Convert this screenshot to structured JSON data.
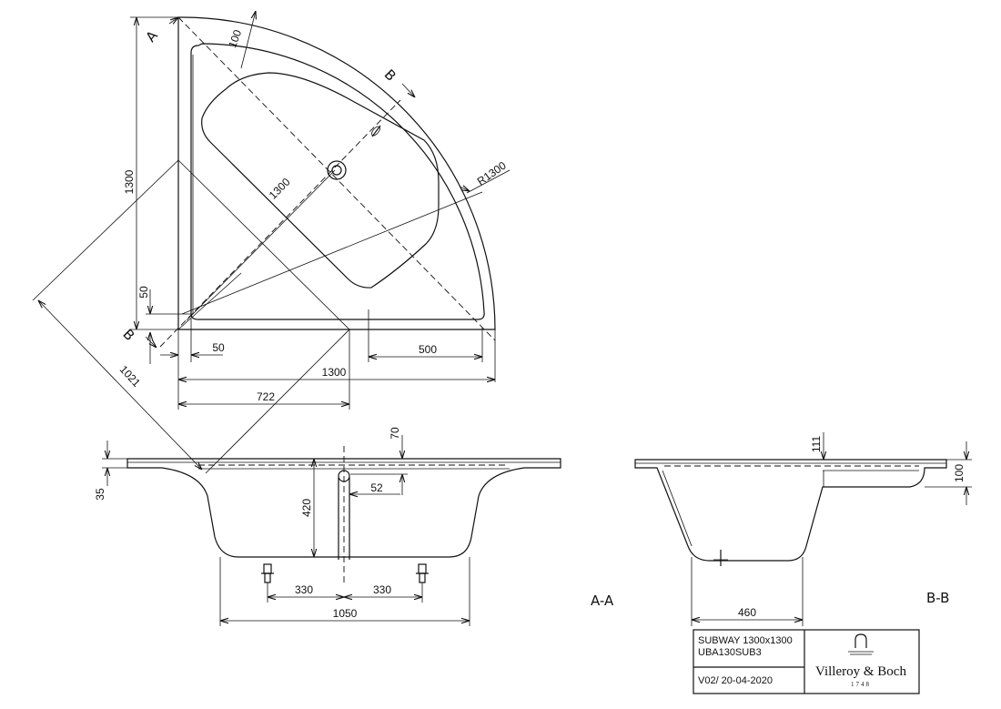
{
  "dimensions": {
    "plan_width_1300": "1300",
    "plan_height_1300": "1300",
    "diagonal_1300": "1300",
    "radius": "R1300",
    "rim_100": "100",
    "offset_50_vertical": "50",
    "offset_50_horizontal": "50",
    "dist_500": "500",
    "dist_722": "722",
    "diag_1021": "1021",
    "section_a_70": "70",
    "section_a_35": "35",
    "section_a_420": "420",
    "section_a_52": "52",
    "foot_330_left": "330",
    "foot_330_right": "330",
    "base_1050": "1050",
    "section_b_111": "111",
    "section_b_100": "100",
    "section_b_460": "460"
  },
  "section_markers": {
    "a_top": "A",
    "b_top": "B",
    "b_bottom": "B"
  },
  "section_labels": {
    "aa": "A-A",
    "bb": "B-B"
  },
  "title_block": {
    "model": "SUBWAY 1300x1300",
    "code": "UBA130SUB3",
    "version": "V02/ 20-04-2020",
    "brand": "Villeroy & Boch",
    "since": "1748"
  }
}
